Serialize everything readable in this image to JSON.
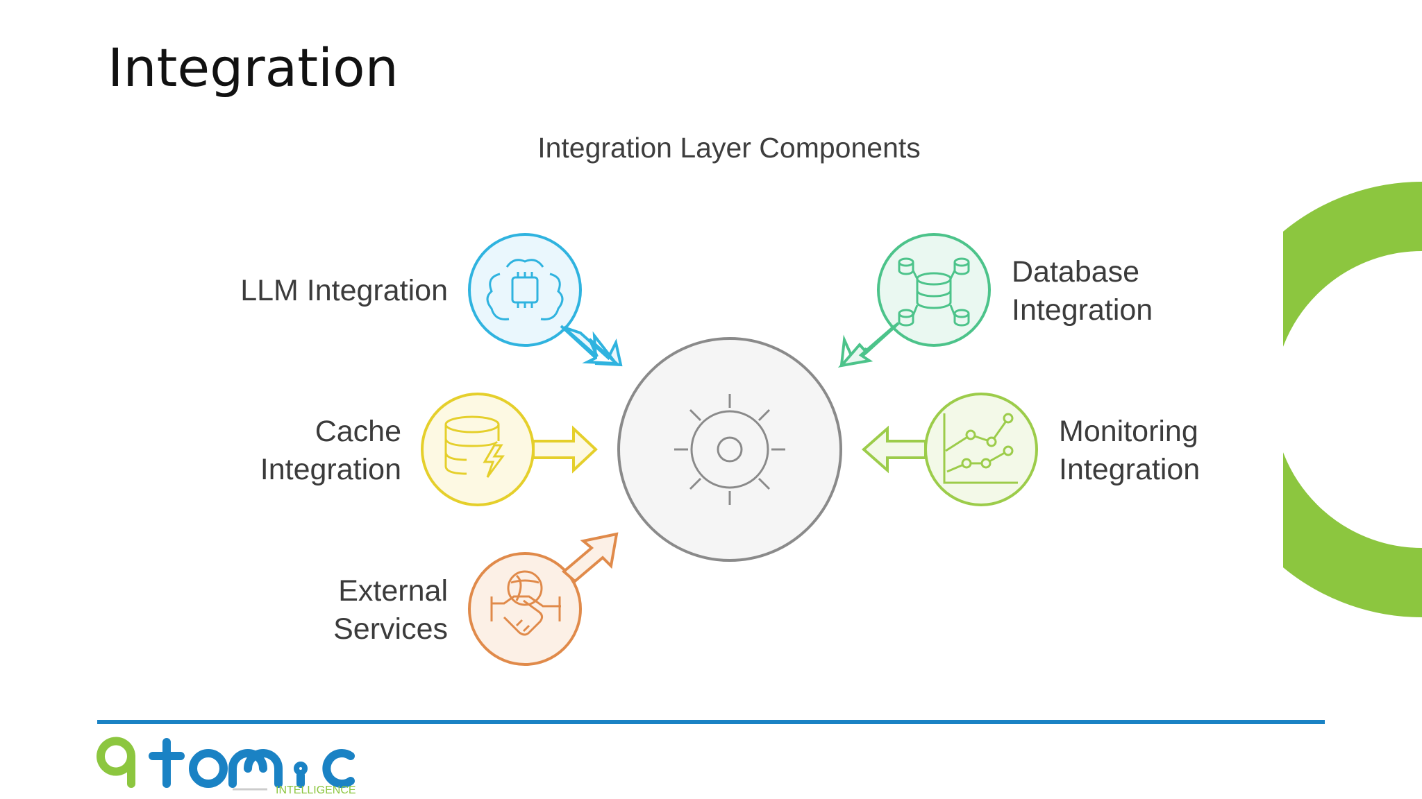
{
  "slide_title": "Integration",
  "diagram": {
    "title": "Integration Layer Components",
    "components": [
      {
        "label_line1": "LLM Integration",
        "label_line2": "",
        "icon": "brain-chip-icon",
        "color": "#2fb3df"
      },
      {
        "label_line1": "Database",
        "label_line2": "Integration",
        "icon": "database-network-icon",
        "color": "#4cc38a"
      },
      {
        "label_line1": "Cache",
        "label_line2": "Integration",
        "icon": "database-lightning-icon",
        "color": "#e5cf2b"
      },
      {
        "label_line1": "Monitoring",
        "label_line2": "Integration",
        "icon": "line-chart-icon",
        "color": "#9ccc4a"
      },
      {
        "label_line1": "External",
        "label_line2": "Services",
        "icon": "handshake-globe-icon",
        "color": "#e08a4a"
      }
    ],
    "center_icon": "gear-icon",
    "center_color": "#8a8a8a"
  },
  "footer": {
    "logo_text": "atomic",
    "logo_sub": "INTELLIGENCE",
    "line_color": "#1a82c4"
  },
  "accent_color": "#8cc63f"
}
